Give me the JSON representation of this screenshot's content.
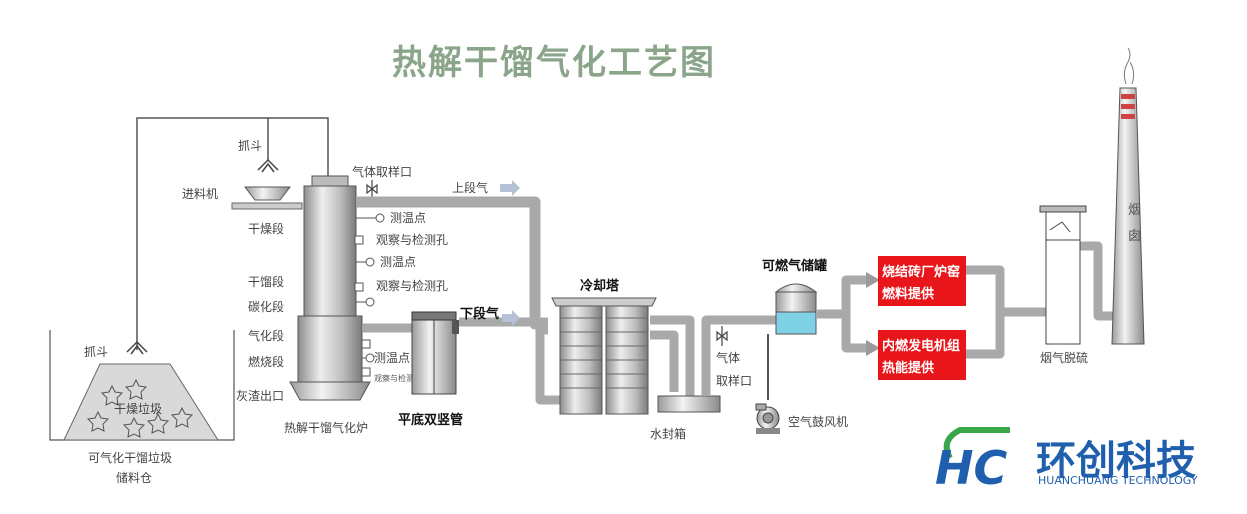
{
  "title": "热解干馏气化工艺图",
  "labels": {
    "grab_top": "抓斗",
    "feeder": "进料机",
    "drying": "干燥段",
    "distill": "干馏段",
    "carbon": "碳化段",
    "gasify": "气化段",
    "burn": "燃烧段",
    "ash": "灰渣出口",
    "furnace": "热解干馏气化炉",
    "gas_sample_top": "气体取样口",
    "temp1": "测温点",
    "observe1": "观察与检测孔",
    "temp2": "测温点",
    "observe2": "观察与检测孔",
    "temp3": "测温点",
    "observe3": "观察与检测孔",
    "upper_gas": "上段气",
    "lower_gas": "下段气",
    "double_pipe": "平底双竖管",
    "cooling_tower": "冷却塔",
    "water_seal": "水封箱",
    "gas_sample_mid": "气体",
    "gas_sample_mid2": "取样口",
    "blower": "空气鼓风机",
    "gas_tank": "可燃气储罐",
    "out1_line1": "烧结砖厂炉窑",
    "out1_line2": "燃料提供",
    "out2_line1": "内燃发电机组",
    "out2_line2": "热能提供",
    "desulfur": "烟气脱硫",
    "chimney_1": "烟",
    "chimney_2": "囱",
    "grab_left": "抓斗",
    "storage_inner": "干燥垃圾",
    "storage_line1": "可气化干馏垃圾",
    "storage_line2": "储料仓"
  },
  "logo": {
    "cn": "环创科技",
    "en": "HUANCHUANG TECHNOLOGY"
  },
  "colors": {
    "pipe": "#a9a9a9",
    "red_box": "#e8161b",
    "title": "#8aa58a",
    "brand_blue": "#1f5fae",
    "brand_green": "#3aa64a",
    "water": "#7fd1e6"
  }
}
